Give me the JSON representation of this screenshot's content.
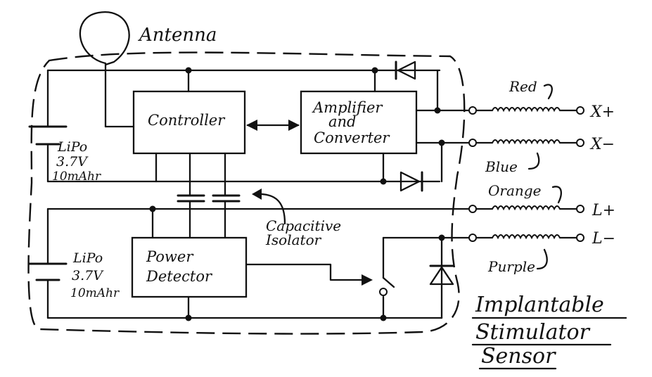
{
  "title": {
    "line1": "Implantable",
    "line2": "Stimulator",
    "line3": "Sensor"
  },
  "antenna_label": "Antenna",
  "blocks": {
    "controller": "Controller",
    "amplifier_line1": "Amplifier",
    "amplifier_line2": "and",
    "amplifier_line3": "Converter",
    "power_line1": "Power",
    "power_line2": "Detector"
  },
  "batteries": {
    "top": {
      "line1": "LiPo",
      "line2": "3.7V",
      "line3": "10mAhr"
    },
    "bottom": {
      "line1": "LiPo",
      "line2": "3.7V",
      "line3": "10mAhr"
    }
  },
  "isolator": {
    "line1": "Capacitive",
    "line2": "Isolator"
  },
  "leads": {
    "xplus": {
      "wire": "Red",
      "terminal": "X+"
    },
    "xminus": {
      "wire": "Blue",
      "terminal": "X−"
    },
    "lplus": {
      "wire": "Orange",
      "terminal": "L+"
    },
    "lminus": {
      "wire": "Purple",
      "terminal": "L−"
    }
  }
}
